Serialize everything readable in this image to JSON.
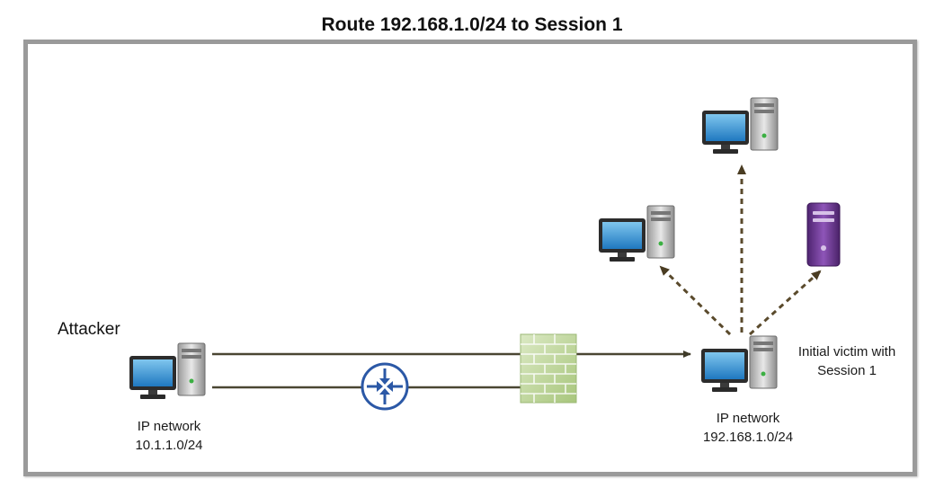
{
  "title": "Route 192.168.1.0/24 to Session 1",
  "attacker": {
    "label": "Attacker",
    "network_label": "IP network",
    "network_cidr": "10.1.1.0/24"
  },
  "victim": {
    "description_line1": "Initial victim with",
    "description_line2": "Session 1",
    "network_label": "IP network",
    "network_cidr": "192.168.1.0/24"
  },
  "icons": {
    "workstation": "desktop-computer-icon",
    "router": "router-icon",
    "firewall": "firewall-icon",
    "server": "server-icon"
  },
  "colors": {
    "link": "#4a4632",
    "pivot_link": "#5a4a2c",
    "router": "#2b58a6",
    "firewall": "#c3d9a2",
    "server": "#6a3a8f",
    "monitor_screen": "#2f8ed0",
    "frame": "#9a9a9a"
  }
}
